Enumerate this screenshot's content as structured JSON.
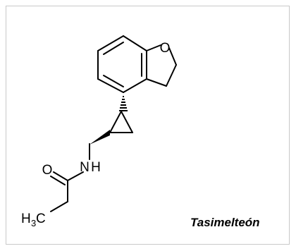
{
  "molecule": {
    "caption": "Tasimelteón",
    "atoms": {
      "ring_oxygen": "O",
      "carbonyl_oxygen": "O",
      "amide_nitrogen": "N",
      "amide_hydrogen": "H",
      "methyl_carbon": "H",
      "methyl_subscript": "3",
      "methyl_tail": "C"
    },
    "colors": {
      "bond": "#000000",
      "border": "#c8c8c8",
      "background": "#ffffff"
    }
  }
}
